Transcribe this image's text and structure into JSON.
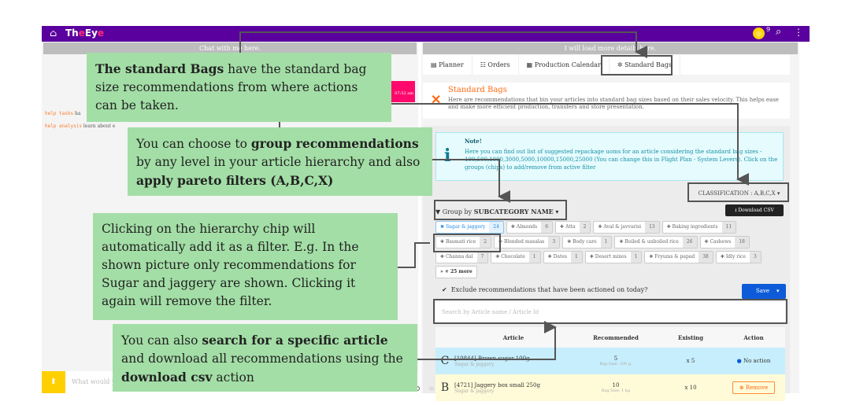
{
  "app": {
    "logo_prefix": "Th",
    "logo_e": "e",
    "logo_mid": "Ey",
    "logo_e2": "e",
    "notifications": "9"
  },
  "left": {
    "header": "Chat with me here.",
    "time": "07:52 am",
    "help": [
      {
        "cmd": "help tasks",
        "text": "ha"
      },
      {
        "cmd": "help analysis",
        "text": "learn about e"
      }
    ],
    "input_placeholder": "What would y"
  },
  "right": {
    "header": "I will load more details here.",
    "tabs": [
      {
        "icon": "file-icon",
        "label": "Planner"
      },
      {
        "icon": "sitemap-icon",
        "label": "Orders"
      },
      {
        "icon": "calendar-icon",
        "label": "Production Calendar"
      },
      {
        "icon": "gear-icon",
        "label": "Standard Bags"
      }
    ],
    "section": {
      "title": "Standard Bags",
      "description": "Here are recommendations that bin your articles into standard bag sizes based on their sales velocity. This helps ease and make more efficient production, transfers and store presentation."
    },
    "note": {
      "title": "Note!",
      "text": "Here you can find out list of suggested repackage uoms for an article considering the standard bag sizes - 100,500,1000,3000,5000,10000,15000,25000 (You can change this in Flight Plan - System Levers). Click on the groups (chips) to add/remove from active filter"
    },
    "classification": "CLASSIFICATION : A,B,C,X",
    "group_by_prefix": "Group by",
    "group_by_value": "SUBCATEGORY NAME",
    "download_csv": "Download CSV",
    "chips": [
      {
        "label": "Sugar & jaggery",
        "count": "24",
        "active": true
      },
      {
        "label": "Almonds",
        "count": "6"
      },
      {
        "label": "Atta",
        "count": "2"
      },
      {
        "label": "Aval & javvarisi",
        "count": "13"
      },
      {
        "label": "Baking ingredients",
        "count": "11"
      },
      {
        "label": "Basmati rice",
        "count": "2"
      },
      {
        "label": "Blended masalas",
        "count": "3"
      },
      {
        "label": "Body care",
        "count": "1"
      },
      {
        "label": "Boiled & unboiled rice",
        "count": "26"
      },
      {
        "label": "Cashews",
        "count": "18"
      },
      {
        "label": "Channa dal",
        "count": "7"
      },
      {
        "label": "Chocolate",
        "count": "1"
      },
      {
        "label": "Dates",
        "count": "1"
      },
      {
        "label": "Desert mixes",
        "count": "1"
      },
      {
        "label": "Fryums & papad",
        "count": "38"
      },
      {
        "label": "Idly rice",
        "count": "3"
      }
    ],
    "more_chips": "+ 25 more",
    "exclude_label": "Exclude recommendations that have been actioned on today?",
    "exclude_checked": true,
    "save": "Save",
    "search_placeholder": "Search by Article name / Article Id",
    "table": {
      "headers": [
        "Article",
        "Recommended",
        "Existing",
        "Action"
      ],
      "rows": [
        {
          "class": "C",
          "article": "[10844] Brown sugar 100g",
          "sub": "Sugar & jaggery",
          "recommended": "5",
          "bag": "Bag Size: 100 g.",
          "existing": "x 5",
          "action": "No action"
        },
        {
          "class": "B",
          "article": "[4721] Jaggery box small 250g",
          "sub": "Sugar & jaggery",
          "recommended": "10",
          "bag": "Bag Size: 1 kg",
          "existing": "x 10",
          "action": "Remove"
        }
      ]
    }
  },
  "callouts": {
    "c1_bold": "The standard Bags",
    "c1_rest": " have the standard bag size recommendations from where actions can be taken.",
    "c2_a": "You can choose to ",
    "c2_b": "group recommendations",
    "c2_c": " by any level in your article hierarchy and also ",
    "c2_d": "apply pareto filters (A,B,C,X)",
    "c3": "Clicking on the hierarchy chip will automatically add it as a filter. E.g. In the shown picture only recommendations for Sugar and jaggery are shown. Clicking it again will remove the filter.",
    "c4_a": "You can also ",
    "c4_b": "search for a specific article",
    "c4_c": " and download all recommendations using the ",
    "c4_d": "download csv",
    "c4_e": " action"
  },
  "colors": {
    "topbar": "#5a009e",
    "accent": "#ff6a13",
    "callout": "#a3dea6",
    "save": "#0d5bd8"
  }
}
